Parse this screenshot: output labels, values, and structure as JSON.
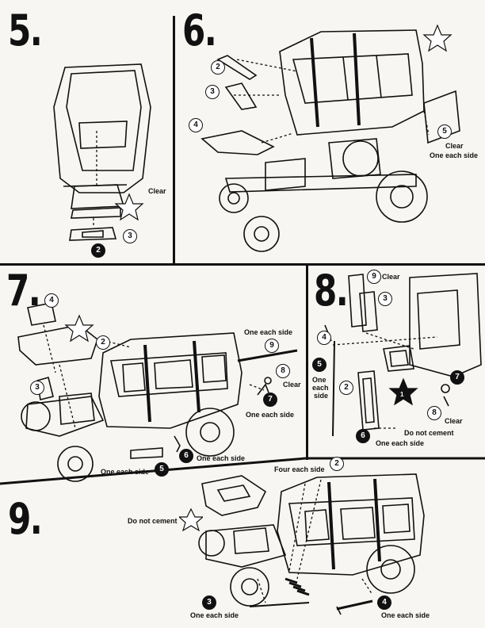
{
  "steps": {
    "s5": "5.",
    "s6": "6.",
    "s7": "7.",
    "s8": "8.",
    "s9": "9."
  },
  "parts": {
    "n1": "1",
    "n2": "2",
    "n3": "3",
    "n4": "4",
    "n5": "5",
    "n6": "6",
    "n7": "7",
    "n8": "8",
    "n9": "9"
  },
  "notes": {
    "clear": "Clear",
    "one_each_side": "One each side",
    "four_each_side": "Four each side",
    "do_not_cement": "Do not cement",
    "one": "One",
    "each": "each",
    "side": "side"
  },
  "colors": {
    "ink": "#111111",
    "paper": "#f7f6f2"
  }
}
